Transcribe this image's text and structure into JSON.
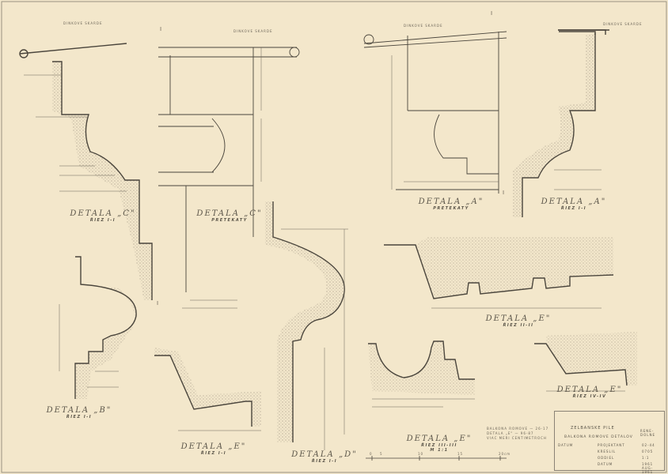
{
  "callouts": {
    "left": "DINKOVE SKARDE",
    "center": "DINKOVE SKARDE",
    "right_a": "DINKOVE SKARDE",
    "right_b": "DINKOVE SKARDE"
  },
  "section_marks": {
    "top": "I",
    "bottom": "I",
    "mid": "I",
    "right_top": "I",
    "right_bottom": "I"
  },
  "details": [
    {
      "title": "DETALA „C\"",
      "subtitle": "ŘIEZ I-I"
    },
    {
      "title": "DETALA „C\"",
      "subtitle": "PRETEKATY"
    },
    {
      "title": "DETALA „A\"",
      "subtitle": "PRETEKATY"
    },
    {
      "title": "DETALA „A\"",
      "subtitle": "ŘIEZ I-I"
    },
    {
      "title": "DETALA „B\"",
      "subtitle": "ŘIEZ I-I"
    },
    {
      "title": "DETALA „E\"",
      "subtitle": "ŘIEZ I-I"
    },
    {
      "title": "DETALA „D\"",
      "subtitle": "ŘIEZ I-I"
    },
    {
      "title": "DETALA „E\"",
      "subtitle": "ŘIEZ II-II"
    },
    {
      "title": "DETALA „E\"",
      "subtitle": "ŘIEZ III-III"
    },
    {
      "title": "DETALA „E\"",
      "subtitle": "ŘIEZ IV-IV"
    }
  ],
  "scale_label": "M 1:1",
  "scale_ticks": [
    "0",
    "5",
    "10",
    "15",
    "20cm"
  ],
  "notes": [
    "BALKONA ROMOVE — 26-17",
    "DETALA „E\" — 96-87",
    "VIAC MERI CENTIMETROCH"
  ],
  "title_block": {
    "project": "ZELBANSKE PILE",
    "drawing": "BALKONA ROMOVE DETALOV",
    "sheet_code": "RENE-DOLNE",
    "rows": [
      "PROJEKTANT",
      "KRESLIL",
      "ODDIEL",
      "DATUM"
    ],
    "numbers": [
      "02-44",
      "0705",
      "1:1",
      "1961 AUG-1961"
    ],
    "sign_label": "DATUM"
  },
  "colors": {
    "paper": "#f3e7cb",
    "ink": "#4a453c",
    "stipple": "#6b6457"
  }
}
